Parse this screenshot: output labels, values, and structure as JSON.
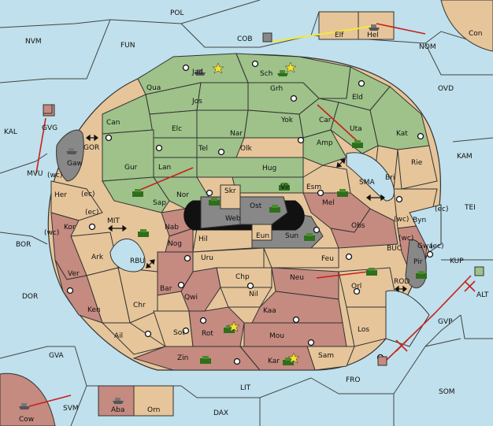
{
  "colors": {
    "sea": "#bfe0ec",
    "player_green": "#9ec28a",
    "neutral_tan": "#e6c59a",
    "player_red": "#c58a80",
    "neutral_grey": "#888888",
    "order_arrow": "#c8201a",
    "support_line": "#f2ea3a",
    "center_marker": "#111111"
  },
  "icons": {
    "fleet": "fleet-icon",
    "army": "army-icon",
    "supply_center": "supply-center-icon",
    "dislodged_star": "star-icon"
  },
  "regions": {
    "sea": [
      "POL",
      "NVM",
      "FUN",
      "COB",
      "NOM",
      "Con",
      "OVD",
      "KAL",
      "KAM",
      "MVU",
      "SMA",
      "TEI",
      "BOR",
      "MIT",
      "RBU",
      "KUP",
      "ALT",
      "DOR",
      "BUC",
      "ROD",
      "GVP",
      "GVA",
      "FRO",
      "SOM",
      "LIT",
      "SVM",
      "DAX",
      "Cow",
      "GOR"
    ],
    "coast_labels": [
      "(wc)",
      "(ec)",
      "(wc)",
      "(ec)",
      "(wc)",
      "(ec)",
      "(wc)",
      "(ec)"
    ],
    "green": [
      "Jad",
      "Sch",
      "Qua",
      "Jos",
      "Grh",
      "Eld",
      "Can",
      "Elc",
      "Nar",
      "Yok",
      "Car",
      "Uta",
      "Kat",
      "Tel",
      "Olk",
      "Amp",
      "Gur",
      "Lan",
      "Hug",
      "Vil",
      "Nor",
      "Sap"
    ],
    "tan": [
      "Elf",
      "Hel",
      "Skr",
      "Esm",
      "Bri",
      "Rie",
      "Byn",
      "Her",
      "Ark",
      "Hil",
      "Eun",
      "Uru",
      "Feu",
      "Chp",
      "Nil",
      "Chr",
      "Ken",
      "Sot",
      "Ail",
      "Orl",
      "Los",
      "Sam",
      "Orn"
    ],
    "red": [
      "Gaw",
      "Kor",
      "Ver",
      "Nab",
      "Nog",
      "Mel",
      "Obs",
      "Gwa",
      "Bar",
      "Qwi",
      "Neu",
      "Kaa",
      "Rot",
      "Mou",
      "Zin",
      "Kar",
      "Aba"
    ],
    "grey": [
      "Ost",
      "Web",
      "Sun",
      "Pir",
      "GVG"
    ]
  }
}
